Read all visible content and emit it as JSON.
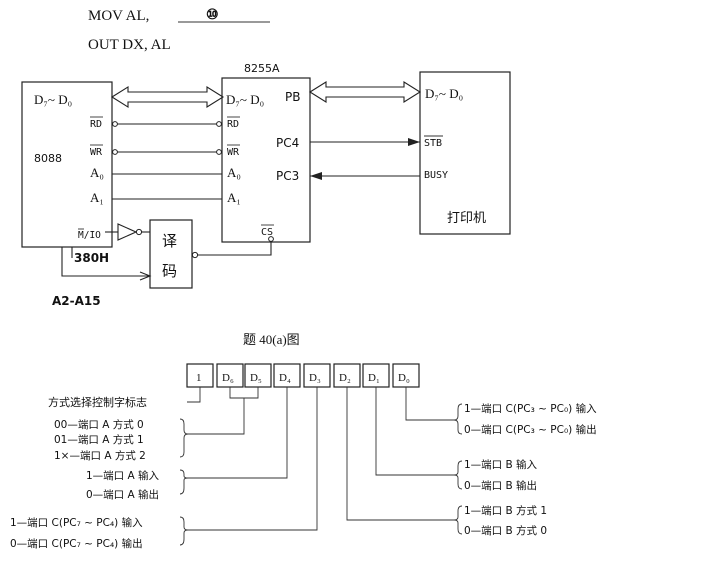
{
  "code": {
    "line1": "MOV   AL, ",
    "blank": "⑩",
    "line2": "OUT     DX, AL"
  },
  "cpu": {
    "name": "8088",
    "data_bus": "D₇~ D₀",
    "rd": "RD",
    "wr": "WR",
    "a0": "A₀",
    "a1": "A₁",
    "mio": "M/IO",
    "addr": "380H",
    "addr_bus": "A2-A15"
  },
  "decoder": {
    "label_1": "译",
    "label_2": "码"
  },
  "ppi": {
    "name": "8255A",
    "data_bus": "D₇~ D₀",
    "pb": "PB",
    "rd": "RD",
    "wr": "WR",
    "pc4": "PC4",
    "a0": "A₀",
    "pc3": "PC3",
    "a1": "A₁",
    "cs": "CS"
  },
  "printer": {
    "data_bus": "D₇~ D₀",
    "stb": "STB",
    "busy": "BUSY",
    "name": "打印机"
  },
  "caption": "题 40(a)图",
  "control_word": {
    "bits": [
      "1",
      "D₆",
      "D₅",
      "D₄",
      "D₃",
      "D₂",
      "D₁",
      "D₀"
    ]
  },
  "left_labels": {
    "flag": "方式选择控制字标志",
    "a_mode0": "00—端口 A 方式 0",
    "a_mode1": "01—端口 A 方式 1",
    "a_mode2": "1×—端口 A 方式 2",
    "a_in": "1—端口 A 输入",
    "a_out": "0—端口 A 输出",
    "pch_in": "1—端口 C(PC₇ ~ PC₄) 输入",
    "pch_out": "0—端口 C(PC₇ ~ PC₄) 输出"
  },
  "right_labels": {
    "pcl_in": "1—端口 C(PC₃ ~ PC₀) 输入",
    "pcl_out": "0—端口 C(PC₃ ~ PC₀) 输出",
    "b_in": "1—端口 B 输入",
    "b_out": "0—端口 B 输出",
    "b_mode1": "1—端口 B 方式 1",
    "b_mode0": "0—端口 B 方式 0"
  }
}
